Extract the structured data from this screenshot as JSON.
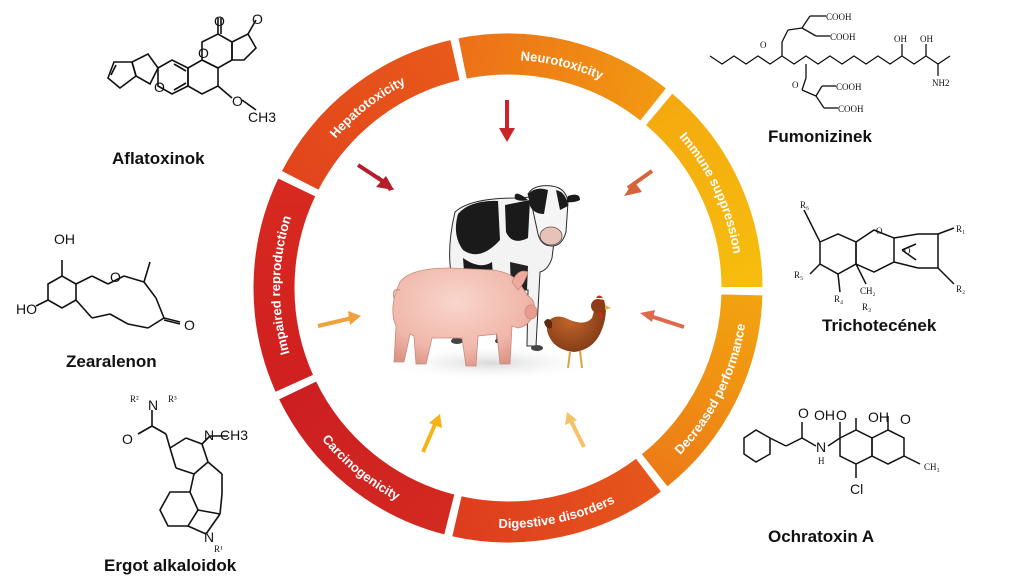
{
  "ring": {
    "segments": [
      {
        "label": "Impaired reproduction",
        "color_start": "#cf1f1f",
        "color_end": "#d82a20"
      },
      {
        "label": "Hepatotoxicity",
        "color_start": "#e2441c",
        "color_end": "#e85a1a"
      },
      {
        "label": "Neurotoxicity",
        "color_start": "#ec6f18",
        "color_end": "#f29a12"
      },
      {
        "label": "Immune suppression",
        "color_start": "#f4a90f",
        "color_end": "#f7be0d"
      },
      {
        "label": "Decreased performance",
        "color_start": "#f3a50f",
        "color_end": "#ec7a17"
      },
      {
        "label": "Digestive disorders",
        "color_start": "#e6571b",
        "color_end": "#de3b1f"
      },
      {
        "label": "Carcinogenicity",
        "color_start": "#d32a20",
        "color_end": "#cc1e22"
      }
    ]
  },
  "toxins": {
    "aflatoxin": {
      "label": "Aflatoxinok",
      "ome": "O",
      "me": "CH3"
    },
    "fumonisin": {
      "label": "Fumonizinek",
      "cooh": "COOH",
      "oh": "OH",
      "nh2": "NH2"
    },
    "trichothecene": {
      "label": "Trichotecének"
    },
    "zearalenone": {
      "label": "Zearalenon"
    },
    "ochratoxin": {
      "label": "Ochratoxin A",
      "cl": "Cl",
      "nh": "N",
      "h": "H"
    },
    "ergot": {
      "label": "Ergot alkaloidok",
      "ch3": "CH3",
      "n": "N"
    }
  },
  "center": {
    "animals": [
      "cow",
      "pig",
      "chicken"
    ]
  }
}
